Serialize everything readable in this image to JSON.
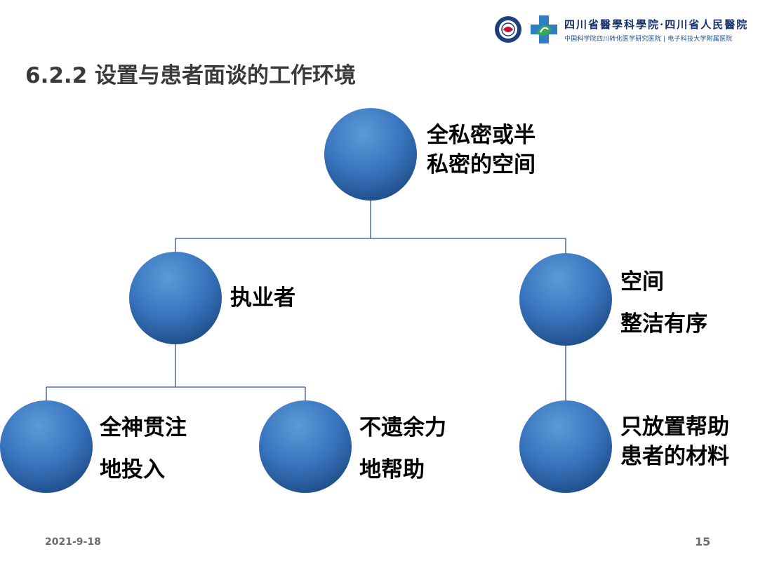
{
  "header": {
    "hospital_name": "四川省醫學科學院·四川省人民醫院",
    "hospital_subtitle": "中国科学院四川转化医学研究医院 | 电子科技大学附属医院"
  },
  "title": "6.2.2 设置与患者面谈的工作环境",
  "diagram": {
    "nodes": [
      {
        "id": "root",
        "lines": [
          "全私密或半",
          "私密的空间"
        ]
      },
      {
        "id": "practitioner",
        "lines": [
          "执业者"
        ]
      },
      {
        "id": "space",
        "lines": [
          "空间",
          "整洁有序"
        ]
      },
      {
        "id": "focus",
        "lines": [
          "全神贯注",
          "地投入"
        ]
      },
      {
        "id": "effort",
        "lines": [
          "不遗余力",
          "地帮助"
        ]
      },
      {
        "id": "materials",
        "lines": [
          "只放置帮助",
          "患者的材料"
        ]
      }
    ],
    "edges": [
      [
        "root",
        "practitioner"
      ],
      [
        "root",
        "space"
      ],
      [
        "practitioner",
        "focus"
      ],
      [
        "practitioner",
        "effort"
      ],
      [
        "space",
        "materials"
      ]
    ]
  },
  "footer": {
    "date": "2021-9-18",
    "page_number": "15"
  },
  "colors": {
    "node_light": "#5b9bd5",
    "node_dark": "#1f4e89",
    "connector": "#2f5597",
    "title": "#3a3a3a"
  }
}
